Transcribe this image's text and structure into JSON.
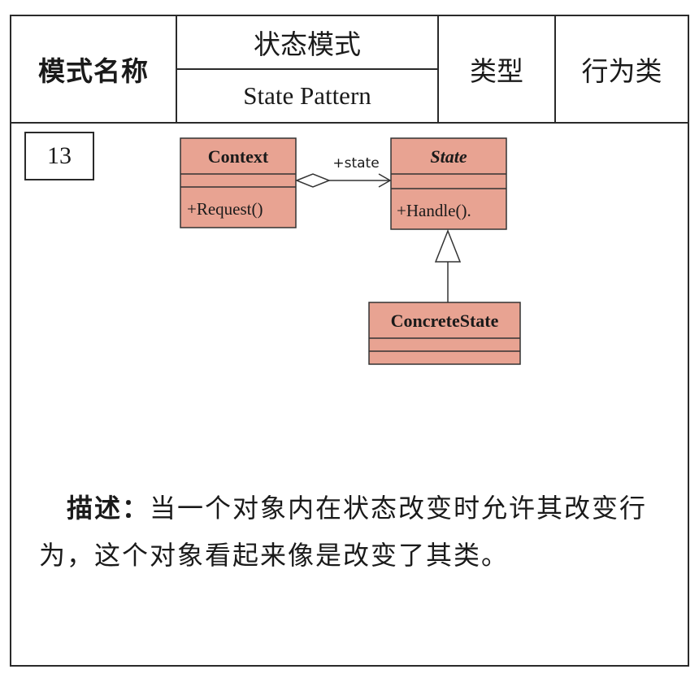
{
  "header": {
    "label": "模式名称",
    "name_cn": "状态模式",
    "name_en": "State Pattern",
    "type_label": "类型",
    "type_value": "行为类"
  },
  "number": "13",
  "diagram": {
    "classes": {
      "context": {
        "name": "Context",
        "method": "+Request()"
      },
      "state": {
        "name": "State",
        "method": "+Handle()."
      },
      "concrete": {
        "name": "ConcreteState"
      }
    },
    "association_label": "+state",
    "colors": {
      "class_fill": "#e8a392",
      "line": "#333333"
    }
  },
  "description": {
    "lead": "描述：",
    "text": "当一个对象内在状态改变时允许其改变行为，这个对象看起来像是改变了其类。"
  }
}
